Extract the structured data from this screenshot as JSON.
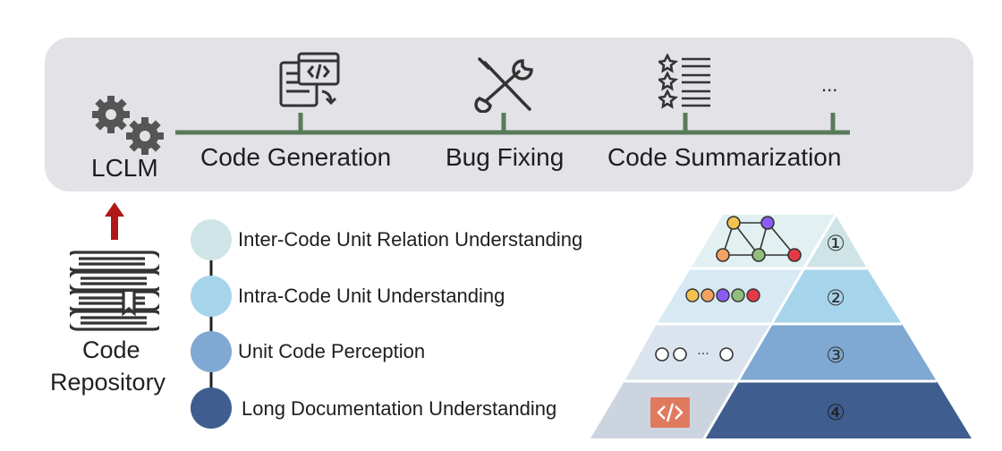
{
  "model": {
    "label": "LCLM"
  },
  "tasks": [
    {
      "label": "Code Generation",
      "icon": "code-generation-icon"
    },
    {
      "label": "Bug Fixing",
      "icon": "wrench-screwdriver-icon"
    },
    {
      "label": "Code Summarization",
      "icon": "summary-list-icon"
    },
    {
      "label": "...",
      "icon": ""
    }
  ],
  "repository": {
    "line1": "Code",
    "line2": "Repository",
    "icon": "books-icon"
  },
  "levels": [
    {
      "label": "Inter-Code Unit Relation Understanding",
      "color": "#cfe4e6",
      "num": "①"
    },
    {
      "label": "Intra-Code Unit Understanding",
      "color": "#a6d4eb",
      "num": "②"
    },
    {
      "label": "Unit Code Perception",
      "color": "#7fa8d2",
      "num": "③"
    },
    {
      "label": "Long Documentation Understanding",
      "color": "#3f5e8f",
      "num": "④"
    }
  ],
  "pyramid": {
    "dots_ellipsis": "···"
  },
  "colors": {
    "timeline": "#5a7a5a",
    "arrow": "#b01818",
    "code_icon_bg": "#e07a5f"
  }
}
